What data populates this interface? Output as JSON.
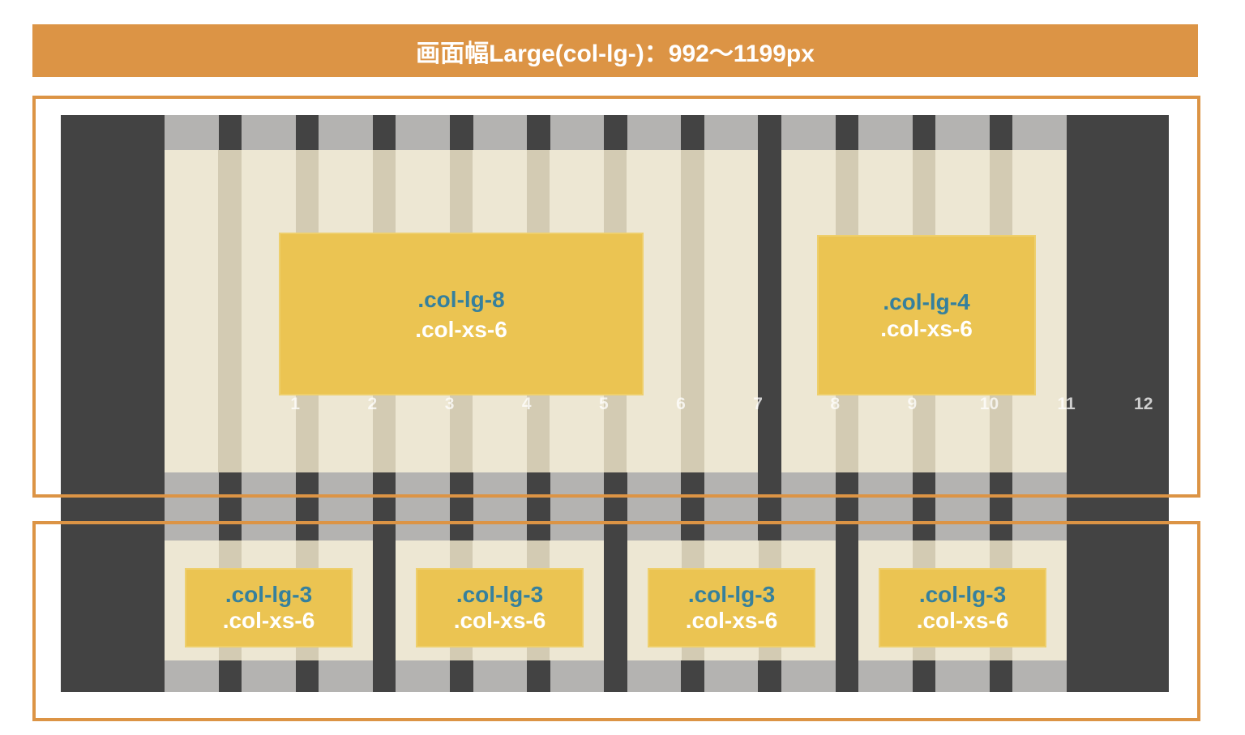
{
  "header": {
    "title": "画面幅Large(col-lg-)：992〜1199px"
  },
  "row1": {
    "col_lg_8": {
      "line1": ".col-lg-8",
      "line2": ".col-xs-6"
    },
    "col_lg_4": {
      "line1": ".col-lg-4",
      "line2": ".col-xs-6"
    }
  },
  "row2": {
    "boxes": [
      {
        "line1": ".col-lg-3",
        "line2": ".col-xs-6"
      },
      {
        "line1": ".col-lg-3",
        "line2": ".col-xs-6"
      },
      {
        "line1": ".col-lg-3",
        "line2": ".col-xs-6"
      },
      {
        "line1": ".col-lg-3",
        "line2": ".col-xs-6"
      }
    ]
  },
  "grid": {
    "column_numbers": [
      "1",
      "2",
      "3",
      "4",
      "5",
      "6",
      "7",
      "8",
      "9",
      "10",
      "11",
      "12"
    ]
  },
  "colors": {
    "orange": "#dc9445",
    "dark": "#434343",
    "gray": "#b4b3b1",
    "beige": "#ede7d3",
    "beige-gutter": "#d3cbb3",
    "yellow": "#ebc452",
    "teal": "#35809d"
  }
}
